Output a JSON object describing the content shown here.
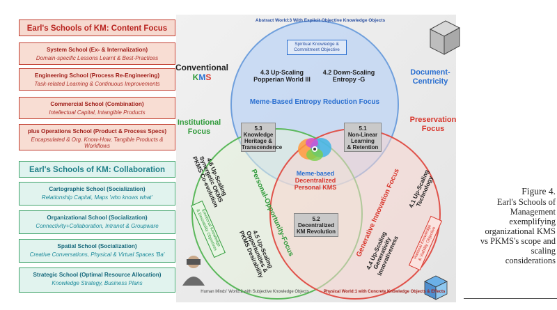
{
  "content_panel": {
    "title": "Earl's Schools of KM: Content Focus",
    "items": [
      {
        "title": "System School (Ex- & Internalization)",
        "subtitle": "Domain-specific Lessons Learnt & Best-Practices"
      },
      {
        "title": "Engineering School (Process Re-Engineering)",
        "subtitle": "Task-related Learning & Continuous Improvements"
      },
      {
        "title": "Commercial School (Combination)",
        "subtitle": "Intellectual Capital, Intangible Products"
      },
      {
        "title": "plus Operations School (Product & Process Specs)",
        "subtitle": "Encapsulated & Org. Know-How, Tangible Products & Workflows"
      }
    ]
  },
  "collab_panel": {
    "title": "Earl's Schools of KM: Collaboration Focus",
    "items": [
      {
        "title": "Cartographic School (Socialization)",
        "subtitle": "Relationship Capital, Maps 'who knows what'"
      },
      {
        "title": "Organizational School (Socialization)",
        "subtitle": "Connectivity+Collaboration, Intranet & Groupware"
      },
      {
        "title": "Spatial School  (Socialization)",
        "subtitle": "Creative Conversations, Physical & Virtual Spaces 'Ba'"
      },
      {
        "title": "Strategic School (Optimal Resource Allocation)",
        "subtitle": "Knowledge Strategy, Business Plans"
      }
    ]
  },
  "diagram": {
    "top_title": "Abstract World:3 With Explicit Objective Knowledge Objects",
    "bottom_left": "Human Minds' World:2 with Subjective Knowledge Objects",
    "bottom_right": "Physical World:1 with Concrete Knowledge Objects & Effects",
    "conventional_a": "Conventional",
    "conventional_k": "K",
    "conventional_m": "M",
    "conventional_s": "S",
    "document_centricity": [
      "Document-",
      "Centricity"
    ],
    "institutional_focus": [
      "Institutional",
      "Focus"
    ],
    "preservation_focus": [
      "Preservation",
      "Focus"
    ],
    "spiritual_box": [
      "Spiritual Knowledge &",
      "Commitment Objective"
    ],
    "upscaling_43": [
      "4.3 Up-Scaling",
      "Popperian World III"
    ],
    "downscaling_42": [
      "4.2 Down-Scaling",
      "Entropy -G"
    ],
    "meme_entropy": "Meme-Based Entropy Reduction Focus",
    "box_53": [
      "5.3",
      "Knowledge",
      "Heritage &",
      "Transcendence"
    ],
    "box_51": [
      "5.1",
      "Non-Linear",
      "Learning",
      "& Retention"
    ],
    "box_52": [
      "5.2",
      "Decentralized",
      "KM Revolution"
    ],
    "center": [
      "Meme-based",
      "Decentralized",
      "Personal KMS"
    ],
    "personal_focus": "Personal-Opportunity-Focus",
    "generative_focus": "Generative Innovation Focus",
    "upscaling_46": [
      "4.6 Up-Scaling",
      "Synergetic OKMS",
      "PKMS Co-evolution"
    ],
    "upscaling_45": [
      "4.5 Up-Scaling",
      "Opportunities &",
      "PKMS Desirability"
    ],
    "upscaling_44": [
      "4.4 Up-Scaling",
      "Generativity",
      "Innovativeness"
    ],
    "upscaling_41": [
      "4.1 Up-Scaling",
      "Technology"
    ],
    "emotional_box": [
      "Emotional Knowledge",
      "& Desirability Objectives"
    ],
    "rational_box": [
      "Rational Knowledge",
      "& Viability Objective"
    ]
  },
  "caption": {
    "title": "Figure 4.",
    "lines": [
      "Earl's Schools of",
      "Management",
      "exemplifying",
      "organizational KMS",
      "vs PKMS's scope and",
      "scaling",
      "considerations"
    ]
  },
  "colors": {
    "content_red": "#c0392b",
    "collab_green": "#3fa36a",
    "blue_circle": "#6f9fdc",
    "green_circle": "#5bb85b",
    "red_circle": "#e0524a"
  }
}
